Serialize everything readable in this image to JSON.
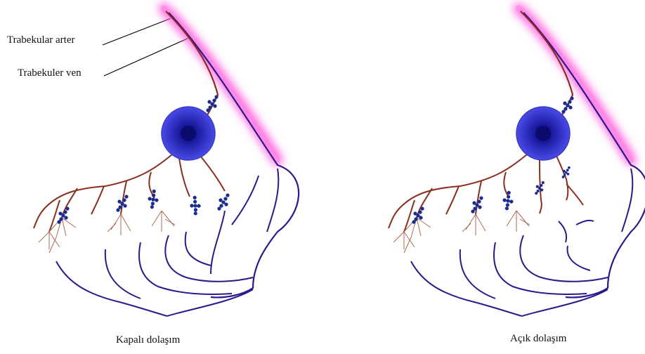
{
  "labels": {
    "trabecular_artery": "Trabekular arter",
    "trabecular_vein": "Trabekuler ven"
  },
  "panels": [
    {
      "caption": "Kapalı dolaşım"
    },
    {
      "caption": "Açık dolaşım"
    }
  ],
  "colors": {
    "trabecula_glow": "#ff66dd",
    "artery": "#8b2e1e",
    "vein": "#2a1a8c",
    "follicle_outer": "#4a4ae8",
    "follicle_inner": "#0a0a6a",
    "cell_clusters": "#1a2a8c",
    "pointer_lines": "#000000"
  }
}
